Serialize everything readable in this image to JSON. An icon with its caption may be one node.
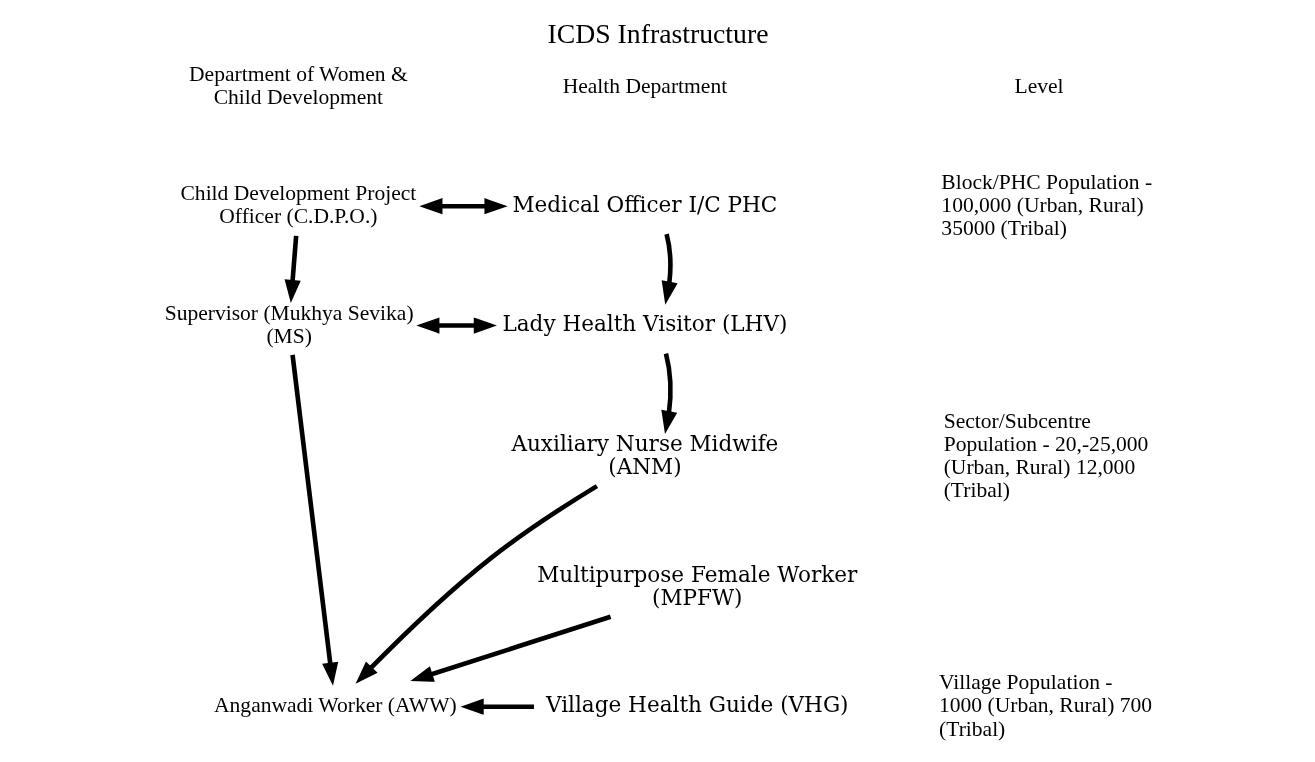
{
  "diagram": {
    "title": "ICDS Infrastructure",
    "nodes": [
      {
        "text": [
          "Child Development Project Officer (C.D.P.O.)"
        ]
      },
      {
        "text": [
          "Medical Officer I/C PHC"
        ]
      },
      {
        "text": [
          "Supervisor (Mukhya Sevika) (MS)"
        ]
      },
      {
        "text": [
          "Lady Health Visitor (LHV)"
        ]
      },
      {
        "text": [
          "Auxiliary Nurse Midwife (ANM)"
        ]
      },
      {
        "text": [
          "Multipurpose Female Worker (MPFW)"
        ]
      },
      {
        "text": [
          "Anganwadi Worker (AWW)"
        ]
      },
      {
        "text": [
          "Village Health Guide (VHG)"
        ]
      }
    ],
    "edges": [
      {
        "from": 0,
        "to": 1,
        "arrow": "both"
      },
      {
        "from": 0,
        "to": 2,
        "arrow": "to"
      },
      {
        "from": 1,
        "to": 3,
        "arrow": "to"
      },
      {
        "from": 2,
        "to": 3,
        "arrow": "both"
      },
      {
        "from": 3,
        "to": 4,
        "arrow": "to"
      },
      {
        "from": 2,
        "to": 6,
        "arrow": "to"
      },
      {
        "from": 4,
        "to": 6,
        "arrow": "to"
      },
      {
        "from": 5,
        "to": 6,
        "arrow": "to"
      },
      {
        "from": 7,
        "to": 6,
        "arrow": "to"
      }
    ],
    "labels": [
      "Department of Women & Child Development",
      "Health Department",
      "Level",
      "Block/PHC Population - 100,000 (Urban, Rural) 35000 (Tribal)",
      "Sector/Subcentre Population - 20,-25,000 (Urban, Rural) 12,000 (Tribal)",
      "Village Population - 1000 (Urban, Rural) 700 (Tribal)"
    ]
  }
}
